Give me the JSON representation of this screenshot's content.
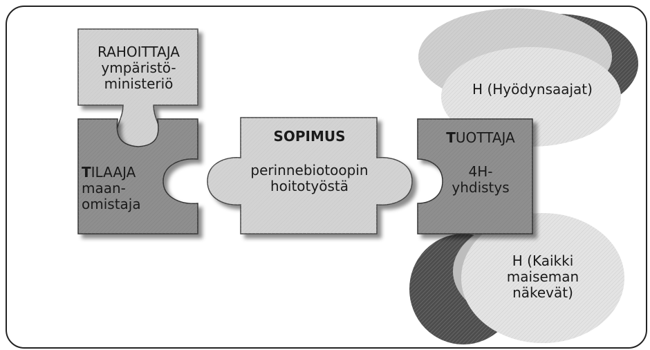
{
  "pieces": {
    "rahoittaja": {
      "lines": [
        "RAHOITTAJA",
        "ympäristö-",
        "ministeriö"
      ]
    },
    "tilaaja": {
      "initial": "T",
      "rest": "ILAAJA",
      "lines": [
        "maan-",
        "omistaja"
      ]
    },
    "sopimus": {
      "title": "SOPIMUS",
      "lines": [
        "perinnebiotoopin",
        "hoitotyöstä"
      ]
    },
    "tuottaja": {
      "initial": "T",
      "rest": "UOTTAJA",
      "lines": [
        "4H-",
        "yhdistys"
      ]
    }
  },
  "beneficiaries": {
    "top": {
      "text": "H (Hyödynsaajat)"
    },
    "bottom": {
      "lines": [
        "H (Kaikki",
        "maiseman",
        "näkevät)"
      ]
    }
  },
  "colors": {
    "piece_light": "#d4d4d4",
    "piece_dark": "#8e8e8e",
    "ellipse_front": "#e6e6e6",
    "ellipse_back": "#555555",
    "frame": "#222222"
  }
}
